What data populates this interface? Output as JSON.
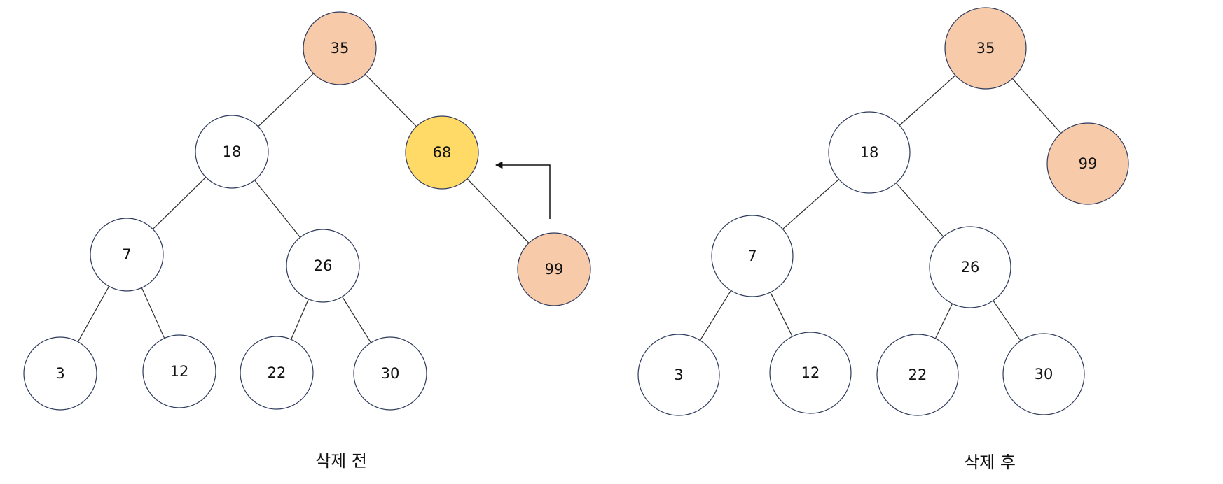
{
  "colors": {
    "plain": "#ffffff",
    "path": "#f7cbaa",
    "removed": "#ffda66",
    "stroke": "#2f3b5c",
    "edge": "#2b2b2b"
  },
  "before": {
    "caption": "삭제 전",
    "nodes": [
      {
        "id": "b35",
        "label": "35",
        "role": "path"
      },
      {
        "id": "b18",
        "label": "18",
        "role": "plain"
      },
      {
        "id": "b68",
        "label": "68",
        "role": "removed"
      },
      {
        "id": "b7",
        "label": "7",
        "role": "plain"
      },
      {
        "id": "b26",
        "label": "26",
        "role": "plain"
      },
      {
        "id": "b99",
        "label": "99",
        "role": "path"
      },
      {
        "id": "b3",
        "label": "3",
        "role": "plain"
      },
      {
        "id": "b12",
        "label": "12",
        "role": "plain"
      },
      {
        "id": "b22",
        "label": "22",
        "role": "plain"
      },
      {
        "id": "b30",
        "label": "30",
        "role": "plain"
      }
    ],
    "edges": [
      [
        "b35",
        "b18"
      ],
      [
        "b35",
        "b68"
      ],
      [
        "b18",
        "b7"
      ],
      [
        "b18",
        "b26"
      ],
      [
        "b68",
        "b99"
      ],
      [
        "b7",
        "b3"
      ],
      [
        "b7",
        "b12"
      ],
      [
        "b26",
        "b22"
      ],
      [
        "b26",
        "b30"
      ]
    ],
    "arrow": {
      "from": "b99",
      "to": "b68"
    }
  },
  "after": {
    "caption": "삭제 후",
    "nodes": [
      {
        "id": "a35",
        "label": "35",
        "role": "path"
      },
      {
        "id": "a18",
        "label": "18",
        "role": "plain"
      },
      {
        "id": "a99",
        "label": "99",
        "role": "path"
      },
      {
        "id": "a7",
        "label": "7",
        "role": "plain"
      },
      {
        "id": "a26",
        "label": "26",
        "role": "plain"
      },
      {
        "id": "a3",
        "label": "3",
        "role": "plain"
      },
      {
        "id": "a12",
        "label": "12",
        "role": "plain"
      },
      {
        "id": "a22",
        "label": "22",
        "role": "plain"
      },
      {
        "id": "a30",
        "label": "30",
        "role": "plain"
      }
    ],
    "edges": [
      [
        "a35",
        "a18"
      ],
      [
        "a35",
        "a99"
      ],
      [
        "a18",
        "a7"
      ],
      [
        "a18",
        "a26"
      ],
      [
        "a7",
        "a3"
      ],
      [
        "a7",
        "a12"
      ],
      [
        "a26",
        "a22"
      ],
      [
        "a26",
        "a30"
      ]
    ]
  }
}
